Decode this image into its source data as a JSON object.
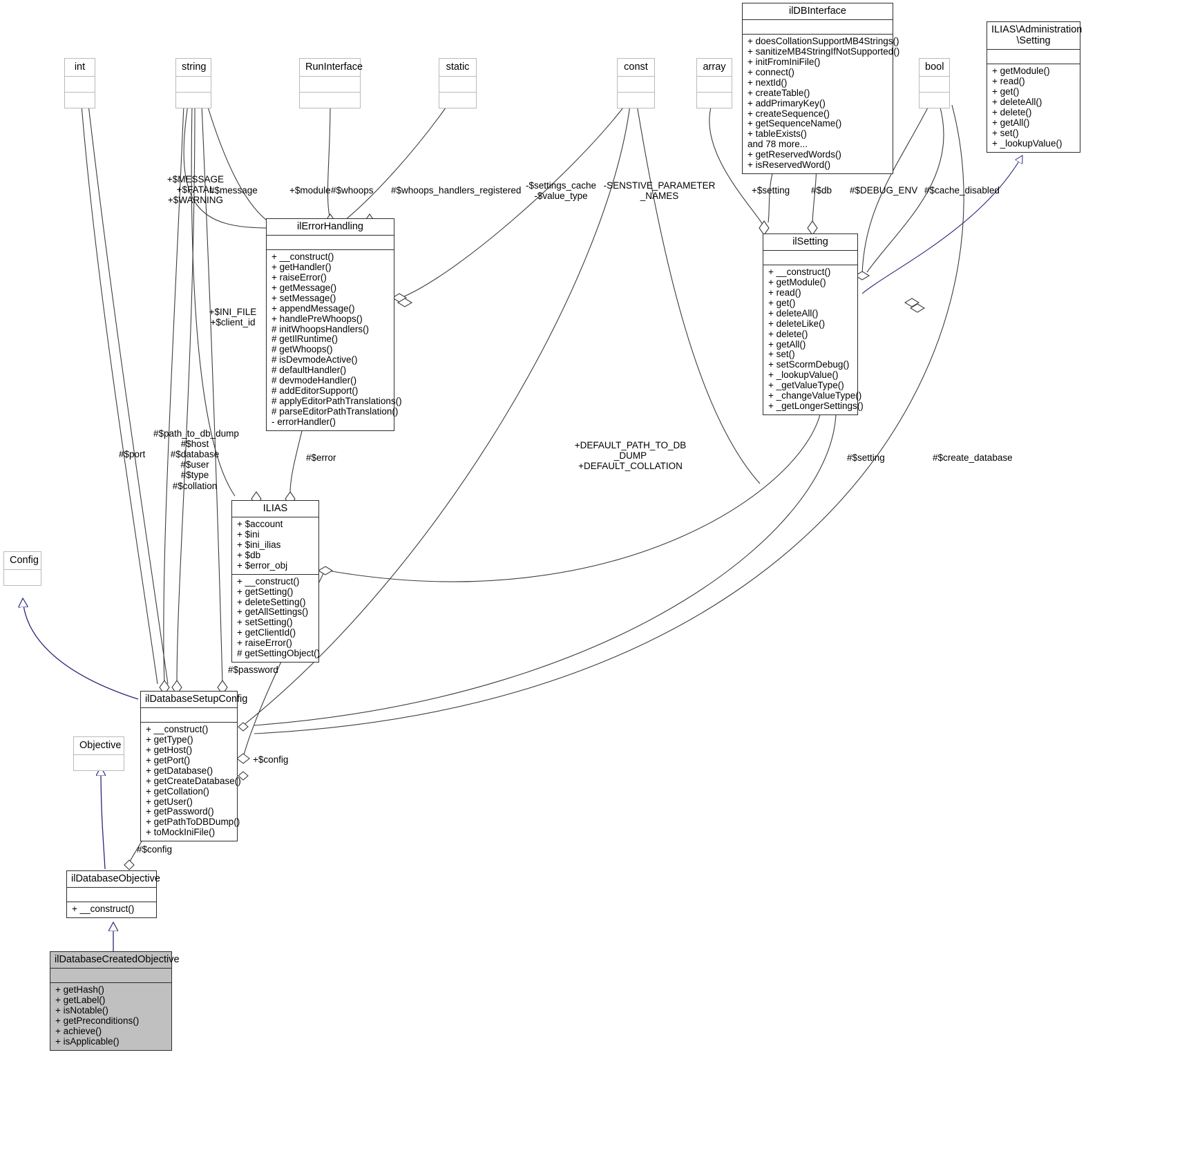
{
  "diagram": {
    "kind": "uml-collaboration-diagram",
    "colors": {
      "edge": "#3b3b3b",
      "inheritance": "#26267a",
      "node_border": "#2b2b2b",
      "type_border": "#b9b9b9",
      "current_fill": "#c0c0c0",
      "background": "#ffffff"
    }
  },
  "nodes": {
    "int": {
      "name": "int"
    },
    "string": {
      "name": "string"
    },
    "runinterface": {
      "name": "RunInterface"
    },
    "static": {
      "name": "static"
    },
    "const": {
      "name": "const"
    },
    "array": {
      "name": "array"
    },
    "bool": {
      "name": "bool"
    },
    "config": {
      "name": "Config"
    },
    "objective": {
      "name": "Objective"
    },
    "ildbinterface": {
      "name": "ilDBInterface",
      "attributes": [],
      "operations": [
        "+ doesCollationSupportMB4Strings()",
        "+ sanitizeMB4StringIfNotSupported()",
        "+ initFromIniFile()",
        "+ connect()",
        "+ nextId()",
        "+ createTable()",
        "+ addPrimaryKey()",
        "+ createSequence()",
        "+ getSequenceName()",
        "+ tableExists()",
        "and 78 more...",
        "+ getReservedWords()",
        "+ isReservedWord()"
      ]
    },
    "ilias_administration_setting": {
      "name": "ILIAS\\Administration\n\\Setting",
      "attributes": [],
      "operations": [
        "+ getModule()",
        "+ read()",
        "+ get()",
        "+ deleteAll()",
        "+ delete()",
        "+ getAll()",
        "+ set()",
        "+ _lookupValue()"
      ]
    },
    "ilerrorhandling": {
      "name": "ilErrorHandling",
      "attributes": [],
      "operations": [
        "+ __construct()",
        "+ getHandler()",
        "+ raiseError()",
        "+ getMessage()",
        "+ setMessage()",
        "+ appendMessage()",
        "+ handlePreWhoops()",
        "# initWhoopsHandlers()",
        "# getIlRuntime()",
        "# getWhoops()",
        "# isDevmodeActive()",
        "# defaultHandler()",
        "# devmodeHandler()",
        "# addEditorSupport()",
        "# applyEditorPathTranslations()",
        "# parseEditorPathTranslation()",
        "- errorHandler()"
      ]
    },
    "ilsetting": {
      "name": "ilSetting",
      "attributes": [],
      "operations": [
        "+ __construct()",
        "+ getModule()",
        "+ read()",
        "+ get()",
        "+ deleteAll()",
        "+ deleteLike()",
        "+ delete()",
        "+ getAll()",
        "+ set()",
        "+ setScormDebug()",
        "+ _lookupValue()",
        "+ _getValueType()",
        "+ _changeValueType()",
        "+ _getLongerSettings()"
      ]
    },
    "ilias": {
      "name": "ILIAS",
      "attributes": [
        "+ $account",
        "+ $ini",
        "+ $ini_ilias",
        "+ $db",
        "+ $error_obj"
      ],
      "operations": [
        "+ __construct()",
        "+ getSetting()",
        "+ deleteSetting()",
        "+ getAllSettings()",
        "+ setSetting()",
        "+ getClientId()",
        "+ raiseError()",
        "# getSettingObject()"
      ]
    },
    "ildatabasesetupconfig": {
      "name": "ilDatabaseSetupConfig",
      "attributes": [],
      "operations": [
        "+ __construct()",
        "+ getType()",
        "+ getHost()",
        "+ getPort()",
        "+ getDatabase()",
        "+ getCreateDatabase()",
        "+ getCollation()",
        "+ getUser()",
        "+ getPassword()",
        "+ getPathToDBDump()",
        "+ toMockIniFile()"
      ]
    },
    "ildatabaseobjective": {
      "name": "ilDatabaseObjective",
      "attributes": [],
      "operations": [
        "+ __construct()"
      ]
    },
    "ildatabasecreatedobjective": {
      "name": "ilDatabaseCreatedObjective",
      "attributes": [],
      "operations": [
        "+ getHash()",
        "+ getLabel()",
        "+ isNotable()",
        "+ getPreconditions()",
        "+ achieve()",
        "+ isApplicable()"
      ]
    }
  },
  "edge_labels": {
    "message_fatal_warning": "+$MESSAGE\n+$FATAL\n+$WARNING",
    "message": "#$message",
    "module": "+$module",
    "whoops": "#$whoops",
    "whoops_handlers_registered": "#$whoops_handlers_registered",
    "settings_cache_value_type": "-$settings_cache\n-$value_type",
    "sensitive_parameter_names": "-SENSTIVE_PARAMETER\n_NAMES",
    "setting_top": "+$setting",
    "db": "#$db",
    "debug_env": "#$DEBUG_ENV",
    "cache_disabled": "#$cache_disabled",
    "ini_file_client_id": "+$INI_FILE\n+$client_id",
    "path_to_db_dump_block": "#$path_to_db_dump\n#$host\n#$database\n#$user\n#$type\n#$collation",
    "port": "#$port",
    "error": "#$error",
    "default_path_to_db_dump": "+DEFAULT_PATH_TO_DB\n_DUMP\n+DEFAULT_COLLATION",
    "setting_mid": "#$setting",
    "create_database": "#$create_database",
    "password": "#$password",
    "config_assoc": "+$config",
    "config_objective": "#$config"
  }
}
